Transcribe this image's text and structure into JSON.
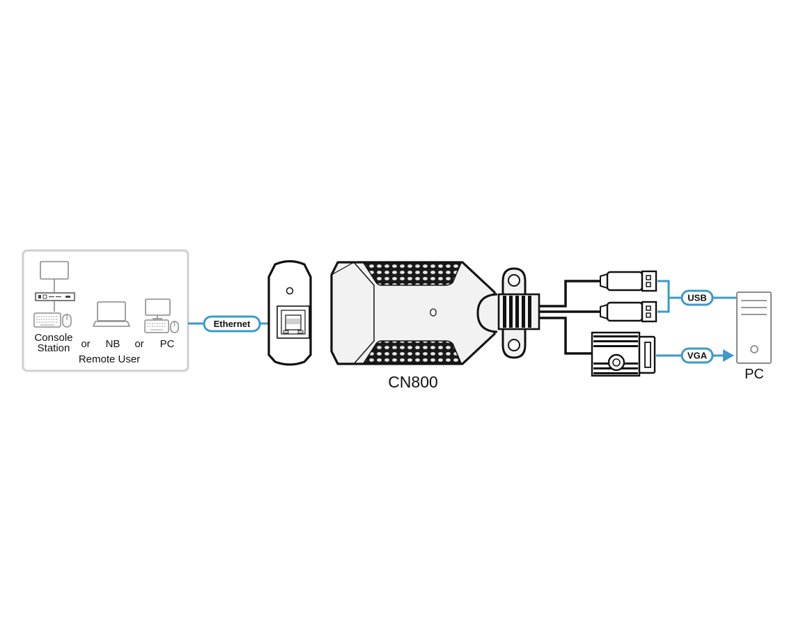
{
  "remote_panel": {
    "console_label_line1": "Console",
    "console_label_line2": "Station",
    "or_1": "or",
    "nb_label": "NB",
    "or_2": "or",
    "pc_label": "PC",
    "group_label": "Remote User"
  },
  "connections": {
    "ethernet": "Ethernet",
    "usb": "USB",
    "vga": "VGA"
  },
  "device": {
    "name": "CN800"
  },
  "target": {
    "label": "PC"
  },
  "colors": {
    "link_blue": "#3b9ac9",
    "panel_border": "#cfcfcf",
    "icon_gray": "#8a8a8a",
    "device_fill": "#f2f2f2",
    "outline": "#111111"
  }
}
